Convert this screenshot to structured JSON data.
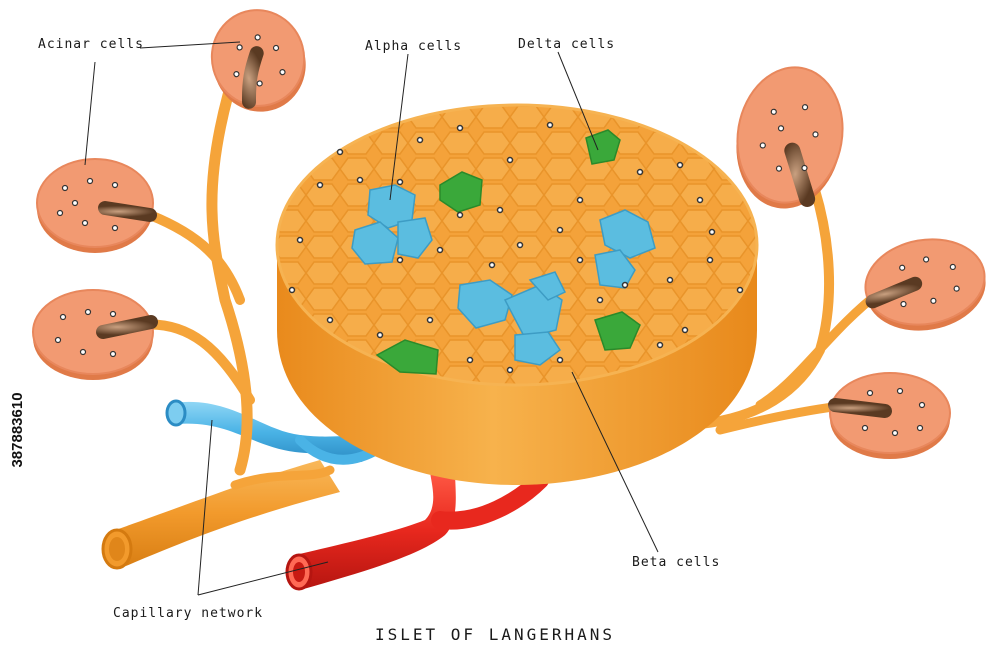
{
  "title": "ISLET OF LANGERHANS",
  "labels": {
    "acinar": "Acinar cells",
    "alpha": "Alpha cells",
    "delta": "Delta cells",
    "beta": "Beta cells",
    "capillary": "Capillary network"
  },
  "stock_id": "387883610",
  "colors": {
    "islet_orange": "#f4a23a",
    "islet_side": "#f29a2c",
    "acinar_pink": "#f29a72",
    "alpha_blue": "#5bbde0",
    "delta_green": "#3aa83a",
    "vessel_red": "#e8281e",
    "vessel_blue": "#4ab3e6",
    "duct_orange": "#f5a43a"
  }
}
